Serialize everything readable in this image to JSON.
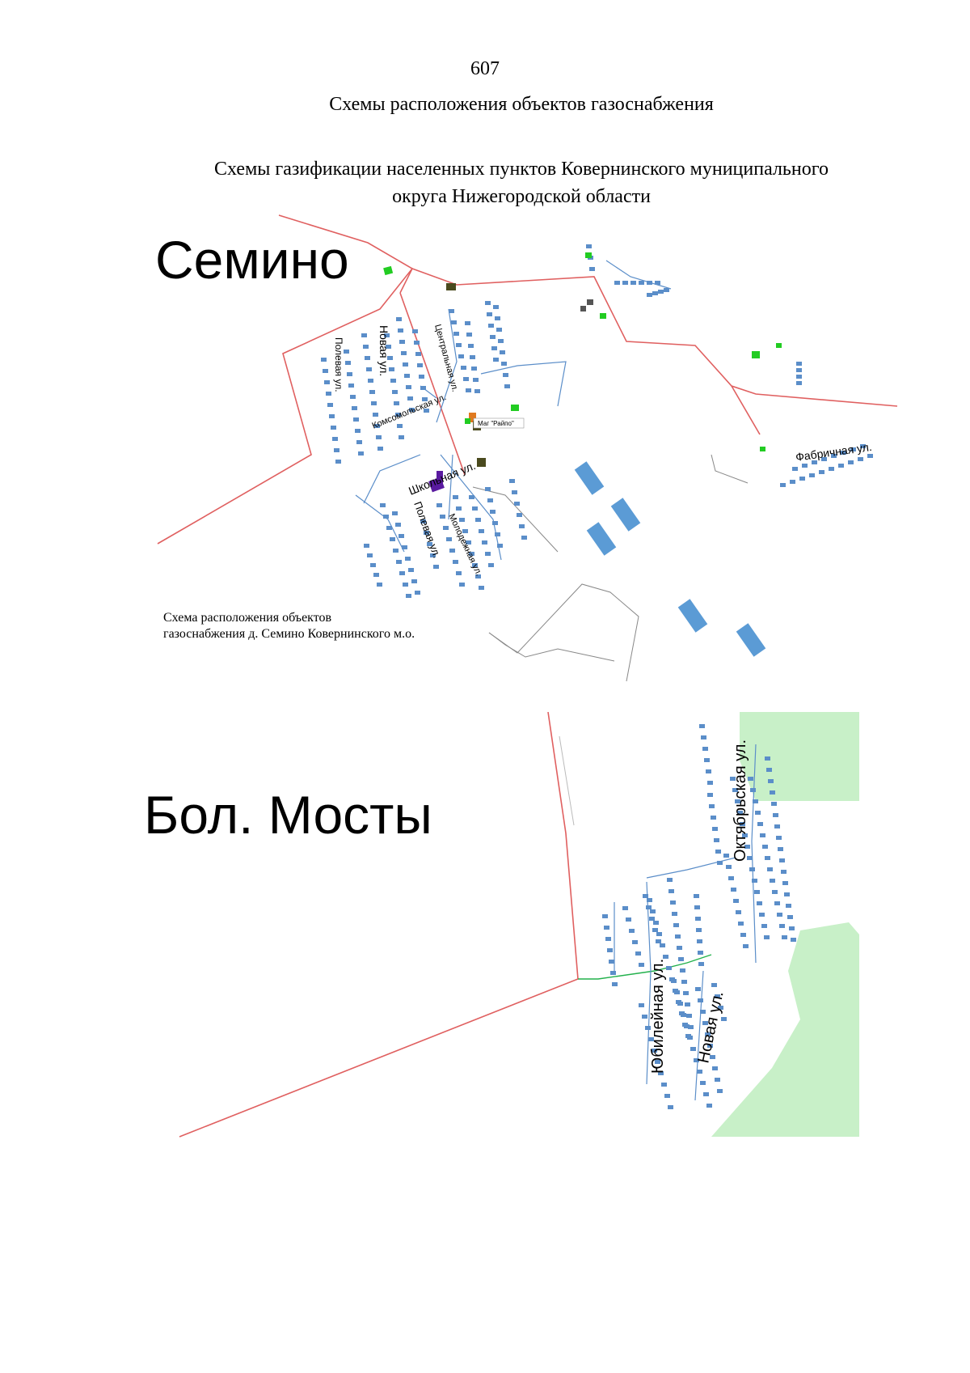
{
  "page_number": "607",
  "heading": "Схемы расположения объектов газоснабжения",
  "subheading_line1": "Схемы газификации населенных пунктов Ковернинского муниципального",
  "subheading_line2": "округа Нижегородской области",
  "map_semino": {
    "place_name": "Семино",
    "caption_line1": "Схема расположения объектов",
    "caption_line2": "газоснабжения д. Семино Ковернинского м.о.",
    "streets": {
      "polevaya_north": "Полевая ул.",
      "novaya": "Новая ул.",
      "centralnaya": "Центральная ул.",
      "komsomolskaya": "Комсомольская ул.",
      "shkolnaya": "Школьная ул.",
      "polevaya_south": "Полевая ул.",
      "molodezhnaya": "Молодежная ул.",
      "fabrichnaya": "Фабричная ул."
    },
    "poi": {
      "shop": "Маг \"Райпо\""
    },
    "colors": {
      "gas_pipe_main": "#e06060",
      "gas_pipe_distribution": "#5b8ec9",
      "house": "#5b8ec9",
      "regulator": "#22cc22",
      "building_blue": "#5b9bd5",
      "school": "#5a1aa0",
      "boiler": "#e07a1f",
      "other_building": "#4a4a1e"
    }
  },
  "map_bol_mosty": {
    "place_name": "Бол. Мосты",
    "streets": {
      "oktyabrskaya": "Октябрьская ул.",
      "yubileynaya": "Юбилейная ул.",
      "novaya": "Новая ул."
    },
    "colors": {
      "gas_pipe_main": "#e06060",
      "gas_pipe_low": "#22b14c",
      "house": "#5b8ec9",
      "forest": "#c8f0c8"
    }
  }
}
